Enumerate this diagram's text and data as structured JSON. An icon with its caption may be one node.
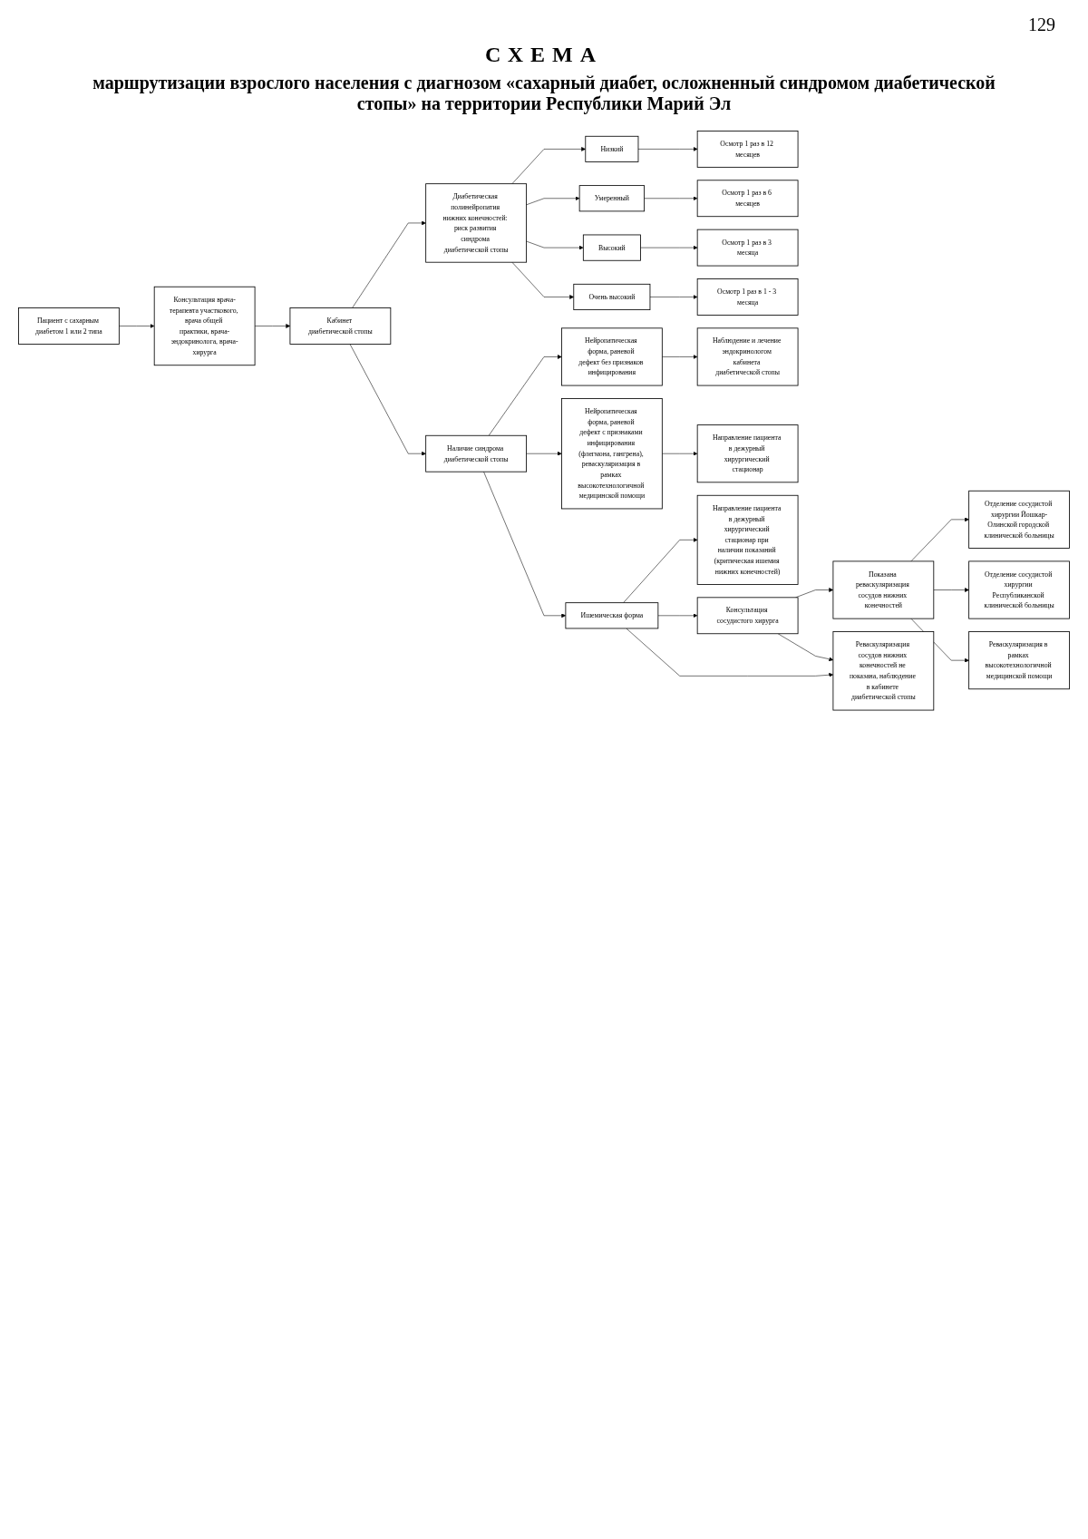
{
  "diagram": {
    "title": "СХЕМА",
    "nodes": [
      {
        "text": [
          "Пациент с сахарным диабетом 1 или 2 типа"
        ]
      },
      {
        "text": [
          "Консультация врача-терапевта участкового, врача общей практики, врача-эндокринолога, врача-хирурга"
        ]
      },
      {
        "text": [
          "Кабинет диабетической стопы"
        ]
      },
      {
        "text": [
          "Диабетическая полинейропатия нижних конечностей: риск развития синдрома диабетической стопы"
        ]
      },
      {
        "text": [
          "Низкий"
        ]
      },
      {
        "text": [
          "Умеренный"
        ]
      },
      {
        "text": [
          "Высокий"
        ]
      },
      {
        "text": [
          "Очень высокий"
        ]
      },
      {
        "text": [
          "Осмотр 1 раз в 12 месяцев"
        ]
      },
      {
        "text": [
          "Осмотр 1 раз в 6 месяцев"
        ]
      },
      {
        "text": [
          "Осмотр 1 раз в 3 месяца"
        ]
      },
      {
        "text": [
          "Осмотр 1 раз в 1 - 3 месяца"
        ]
      },
      {
        "text": [
          "Нейропатическая форма, раневой дефект без признаков инфицирования"
        ]
      },
      {
        "text": [
          "Наблюдение и лечение эндокринологом кабинета диабетической стопы"
        ]
      },
      {
        "text": [
          "Нейропатическая форма, раневой дефект с признаками инфицирования (флегмона, гангрена), реваскуляризация в рамках высокотехнологичной медицинской помощи"
        ]
      },
      {
        "text": [
          "Направление пациента в дежурный хирургический стационар"
        ]
      },
      {
        "text": [
          "Наличие синдрома диабетической стопы"
        ]
      },
      {
        "text": [
          "Ишемическая форма"
        ]
      },
      {
        "text": [
          "Направление пациента в дежурный хирургический стационар при наличии показаний (критическая ишемия нижних конечностей)"
        ]
      },
      {
        "text": [
          "Консультация сосудистого хирурга"
        ]
      },
      {
        "text": [
          "Реваскуляризация сосудов нижних конечностей не показана, наблюдение в кабинете диабетической стопы"
        ]
      },
      {
        "text": [
          "Показана реваскуляризация сосудов нижних конечностей"
        ]
      },
      {
        "text": [
          "Отделение сосудистой хирургии Йошкар-Олинской городской клинической больницы"
        ]
      },
      {
        "text": [
          "Отделение сосудистой хирургии Республиканской клинической больницы"
        ]
      },
      {
        "text": [
          "Реваскуляризация в рамках высокотехнологичной медицинской помощи"
        ]
      }
    ],
    "edges": [
      {
        "from": 0,
        "to": 1,
        "arrow": "to"
      },
      {
        "from": 1,
        "to": 2,
        "arrow": "to"
      },
      {
        "from": 2,
        "to": 3,
        "arrow": "to"
      },
      {
        "from": 2,
        "to": 16,
        "arrow": "to"
      },
      {
        "from": 3,
        "to": 4,
        "arrow": "to"
      },
      {
        "from": 3,
        "to": 5,
        "arrow": "to"
      },
      {
        "from": 3,
        "to": 6,
        "arrow": "to"
      },
      {
        "from": 3,
        "to": 7,
        "arrow": "to"
      },
      {
        "from": 4,
        "to": 8,
        "arrow": "to"
      },
      {
        "from": 5,
        "to": 9,
        "arrow": "to"
      },
      {
        "from": 6,
        "to": 10,
        "arrow": "to"
      },
      {
        "from": 7,
        "to": 11,
        "arrow": "to"
      },
      {
        "from": 16,
        "to": 12,
        "arrow": "to"
      },
      {
        "from": 16,
        "to": 14,
        "arrow": "to"
      },
      {
        "from": 16,
        "to": 17,
        "arrow": "to"
      },
      {
        "from": 12,
        "to": 13,
        "arrow": "to"
      },
      {
        "from": 14,
        "to": 15,
        "arrow": "to"
      },
      {
        "from": 17,
        "to": 18,
        "arrow": "to"
      },
      {
        "from": 17,
        "to": 19,
        "arrow": "to"
      },
      {
        "from": 17,
        "to": 20,
        "arrow": "to"
      },
      {
        "from": 19,
        "to": 20,
        "arrow": "to"
      },
      {
        "from": 19,
        "to": 21,
        "arrow": "to"
      },
      {
        "from": 21,
        "to": 22,
        "arrow": "to"
      },
      {
        "from": 21,
        "to": 23,
        "arrow": "to"
      },
      {
        "from": 21,
        "to": 24,
        "arrow": "to"
      }
    ],
    "labels": [
      "129",
      "маршрутизации взрослого населения с диагнозом «сахарный диабет, осложненный синдромом диабетической стопы» на территории Республики Марий Эл"
    ]
  }
}
